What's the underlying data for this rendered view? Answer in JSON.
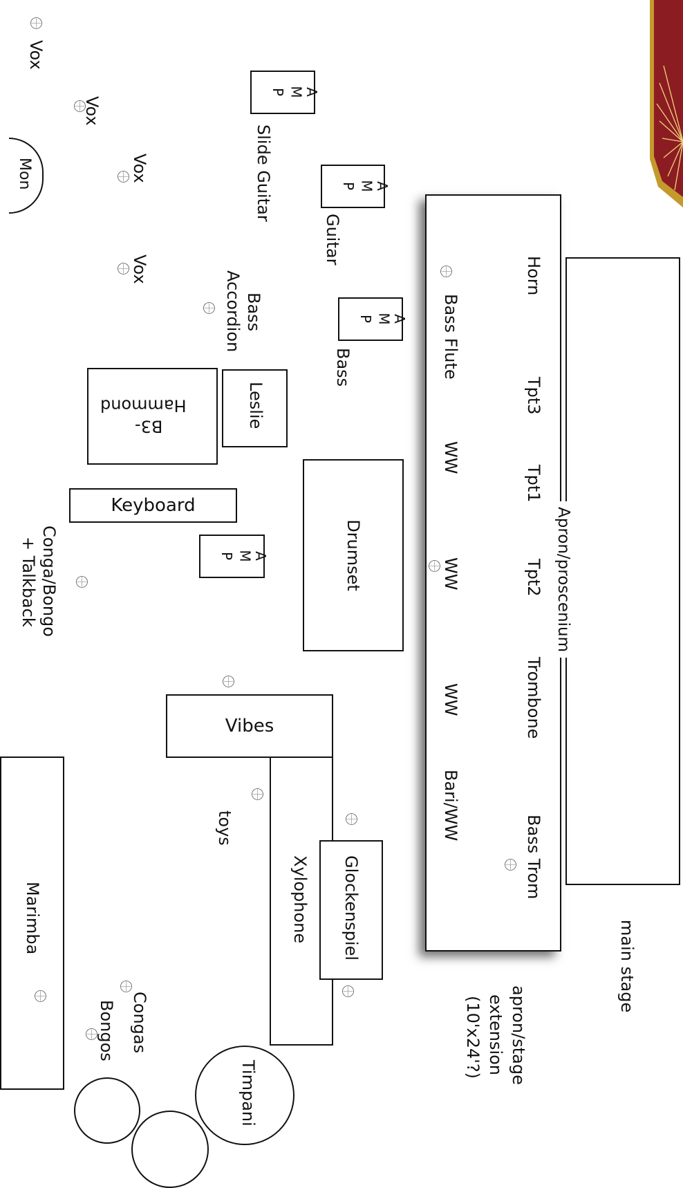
{
  "diagram": {
    "main_stage": "main stage",
    "apron_extension": [
      "apron/stage",
      "extension",
      "(10'x24'?)"
    ],
    "apron_proscenium": "Apron/proscenium",
    "horn_section": [
      "Horn",
      "Tpt3",
      "Tpt1",
      "Tpt2",
      "Trombone",
      "Bass Trom"
    ],
    "woodwinds": [
      "Bass Flute",
      "WW",
      "WW",
      "WW",
      "Bari/WW"
    ],
    "drumset": "Drumset",
    "vibes": "Vibes",
    "glockenspiel": "Glockenspiel",
    "xylophone": "Xylophone",
    "toys": "toys",
    "timpani": "Timpani",
    "marimba": "Marimba",
    "congas": "Congas",
    "bongos": "Bongos",
    "conga_bongo_talkback": [
      "Conga/Bongo",
      "+ Talkback"
    ],
    "keyboard": "Keyboard",
    "hammond": [
      "Hammond",
      "B3-"
    ],
    "leslie": "Leslie",
    "bass_accordion": [
      "Bass",
      "Accordion"
    ],
    "bass": "Bass",
    "guitar": "Guitar",
    "slide_guitar": "Slide Guitar",
    "amp_letters": [
      "A",
      "M",
      "P"
    ],
    "vox": "Vox",
    "monitor": "Mon"
  }
}
